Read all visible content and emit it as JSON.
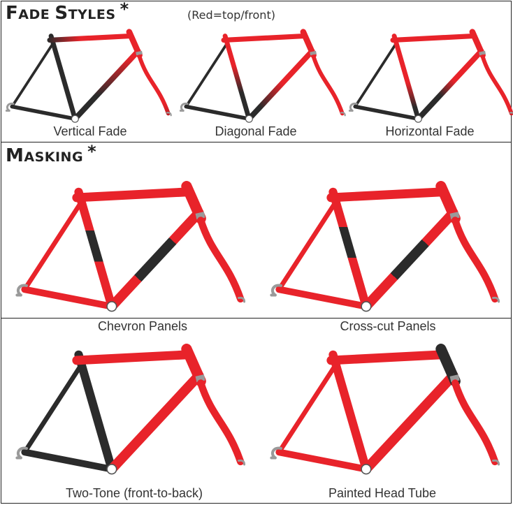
{
  "sections": {
    "fade": {
      "title": "Fade Styles",
      "note": "(Red=top/front)",
      "star": "*",
      "items": [
        {
          "caption": "Vertical Fade"
        },
        {
          "caption": "Diagonal Fade"
        },
        {
          "caption": "Horizontal Fade"
        }
      ]
    },
    "masking": {
      "title": "Masking",
      "star": "*",
      "items": [
        {
          "caption": "Chevron Panels"
        },
        {
          "caption": "Cross-cut Panels"
        },
        {
          "caption": "Two-Tone (front-to-back)"
        },
        {
          "caption": "Painted Head Tube"
        }
      ]
    }
  },
  "colors": {
    "red": "#e8232a",
    "black": "#2b2b2b",
    "grey": "#9a9a9a",
    "border": "#222222"
  }
}
